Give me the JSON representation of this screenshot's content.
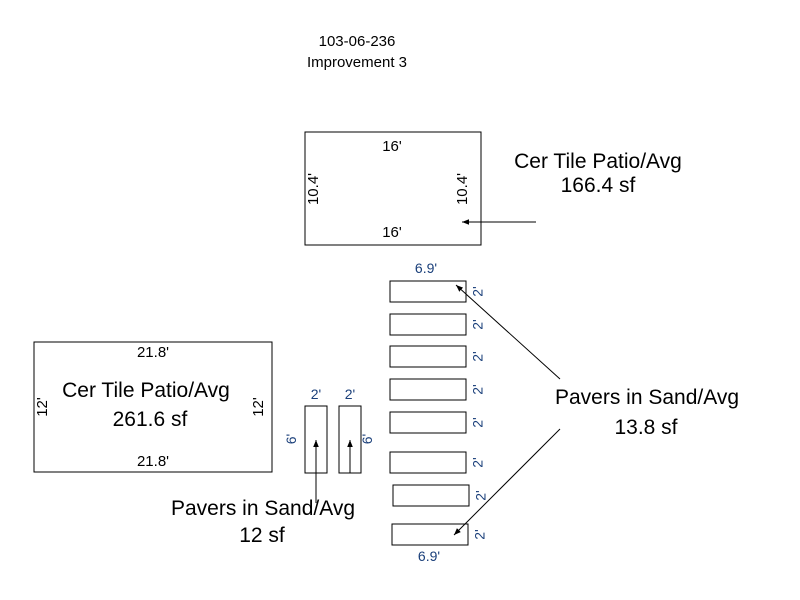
{
  "header": {
    "parcel_id": "103-06-236",
    "improvement": "Improvement 3"
  },
  "colors": {
    "outline": "#000000",
    "label": "#000000",
    "paver_dimension": "#1a3f7a"
  },
  "patio_top": {
    "name": "Cer Tile Patio/Avg",
    "area": "166.4 sf",
    "dim_top": "16'",
    "dim_bottom": "16'",
    "dim_left": "10.4'",
    "dim_right": "10.4'"
  },
  "patio_left": {
    "name": "Cer Tile Patio/Avg",
    "area": "261.6 sf",
    "dim_top": "21.8'",
    "dim_bottom": "21.8'",
    "dim_left": "12'",
    "dim_right": "12'"
  },
  "pavers_small": {
    "name": "Pavers in Sand/Avg",
    "area": "12 sf",
    "pieces": [
      {
        "width": "2'",
        "length": "6'"
      },
      {
        "width": "2'",
        "length": "6'"
      }
    ]
  },
  "pavers_column": {
    "name": "Pavers in Sand/Avg",
    "area": "13.8 sf",
    "length_top": "6.9'",
    "length_bottom": "6.9'",
    "widths": [
      "2'",
      "2'",
      "2'",
      "2'",
      "2'",
      "2'",
      "2'",
      "2'"
    ]
  }
}
